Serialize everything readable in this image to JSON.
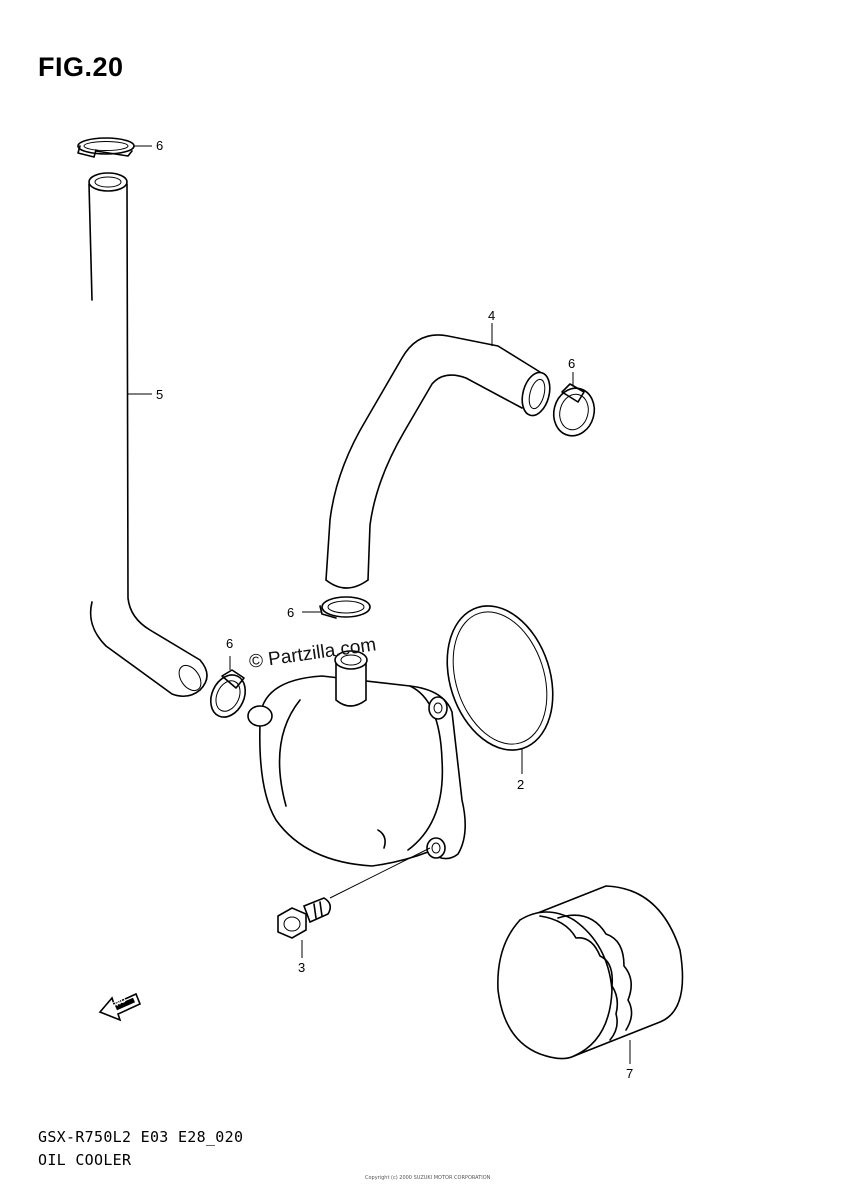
{
  "figure": {
    "title": "FIG.20"
  },
  "footer": {
    "model_code": "GSX-R750L2 E03 E28_020",
    "sheet_name": "OIL COOLER",
    "copyright_note": "Copyright (c) 2000 SUZUKI MOTOR CORPORATION"
  },
  "watermark": {
    "text": "© Partzilla.com"
  },
  "front_indicator": {
    "label": "FWD"
  },
  "callouts": {
    "clamp_top": "6",
    "hose_long": "5",
    "hose_bent": "4",
    "clamp_hose4": "6",
    "clamp_middle": "6",
    "clamp_left": "6",
    "o_ring": "2",
    "bolt": "3",
    "oil_filter": "7"
  }
}
